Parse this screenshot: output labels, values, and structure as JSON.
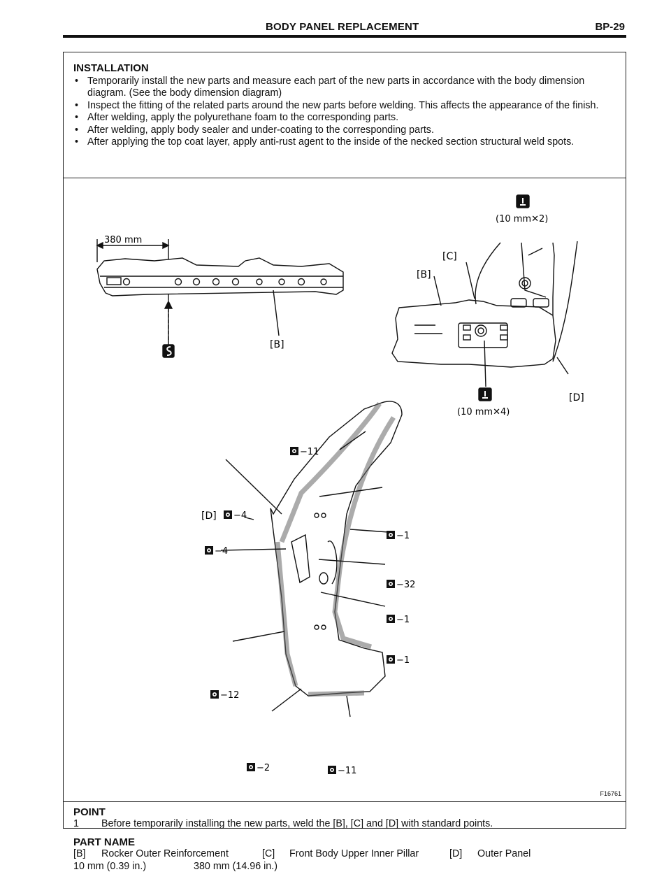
{
  "header": {
    "title": "BODY PANEL REPLACEMENT",
    "page": "BP-29"
  },
  "installation": {
    "heading": "INSTALLATION",
    "bullets": [
      "Temporarily install the new parts and measure each part of the new parts in accordance with the body dimension diagram. (See the body dimension diagram)",
      "Inspect the fitting of the related parts around the new parts before welding. This affects the appearance of the finish.",
      "After welding, apply the polyurethane foam to the corresponding parts.",
      "After welding, apply body sealer and under-coating to the corresponding parts.",
      "After applying the top coat layer, apply anti-rust agent to the inside of the necked section structural weld spots."
    ]
  },
  "figure": {
    "id": "F16761",
    "dim_380": "380 mm",
    "label_B": "[B]",
    "label_C": "[C]",
    "label_D": "[D]",
    "weld_10x2": "(10 mm✕2)",
    "weld_10x4": "(10 mm✕4)",
    "spot_counts": {
      "top": "−11",
      "upper_left": "−4",
      "right_1a": "−1",
      "right_32": "−32",
      "left_4": "−4",
      "right_1b": "−1",
      "right_1c": "−1",
      "left_12": "−12",
      "bottom_2": "−2",
      "bottom_11": "−11"
    }
  },
  "point": {
    "heading": "POINT",
    "items": [
      {
        "num": "1",
        "text": "Before temporarily installing the new parts, weld the [B], [C] and [D] with standard points."
      }
    ],
    "part_heading": "PART NAME",
    "parts": [
      {
        "code": "[B]",
        "name": "Rocker Outer Reinforcement"
      },
      {
        "code": "[C]",
        "name": "Front Body Upper Inner Pillar"
      },
      {
        "code": "[D]",
        "name": "Outer Panel"
      }
    ],
    "dims": [
      "10 mm (0.39 in.)",
      "380 mm (14.96 in.)"
    ]
  }
}
